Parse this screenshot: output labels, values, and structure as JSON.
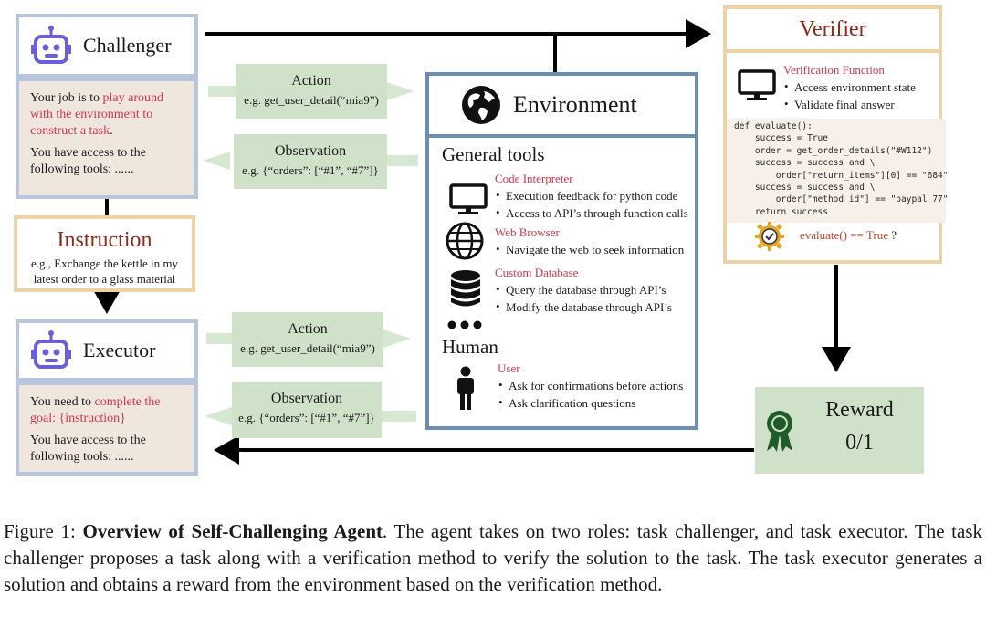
{
  "challenger": {
    "title": "Challenger",
    "body_pre": "Your job is to ",
    "body_highlight": "play around with the environment to construct a task",
    "body_post": ".",
    "tools_text": "You have access to the following tools: ......"
  },
  "instruction": {
    "title": "Instruction",
    "example": "e.g., Exchange the kettle in my latest order to a glass material"
  },
  "executor": {
    "title": "Executor",
    "body_pre": "You need to ",
    "body_highlight": "complete the goal: {instruction}",
    "tools_text": "You have access to the following tools: ......"
  },
  "messages": {
    "action_label": "Action",
    "action_example": "e.g. get_user_detail(“mia9”)",
    "observation_label": "Observation",
    "observation_example": "e.g. {“orders”: [“#1”, “#7”]}"
  },
  "environment": {
    "title": "Environment",
    "general_tools": "General tools",
    "tools": [
      {
        "name": "Code Interpreter",
        "icon": "monitor-icon",
        "bullets": [
          "Execution feedback for python code",
          "Access to API’s through function calls"
        ]
      },
      {
        "name": "Web Browser",
        "icon": "globe-icon",
        "bullets": [
          "Navigate the web to seek information"
        ]
      },
      {
        "name": "Custom Database",
        "icon": "database-icon",
        "bullets": [
          "Query the database through API’s",
          "Modify the database through API’s"
        ]
      }
    ],
    "human": "Human",
    "user": {
      "name": "User",
      "icon": "person-icon",
      "bullets": [
        "Ask for confirmations before actions",
        "Ask clarification questions"
      ]
    }
  },
  "verifier": {
    "title": "Verifier",
    "function_title": "Verification Function",
    "bullets": [
      "Access environment state",
      "Validate final answer"
    ],
    "code_lines": [
      "def evaluate():",
      "    success = True",
      "    order = get_order_details(\"#W112\")",
      "    success = success and \\",
      "        order[\"return_items\"][0] == \"684\"",
      "    success = success and \\",
      "        order[\"method_id\"] == \"paypal_77\"",
      "    return success"
    ],
    "eval_text": "evaluate() == True",
    "eval_q": " ?"
  },
  "reward": {
    "title": "Reward",
    "value": "0/1"
  },
  "caption": {
    "label": "Figure 1: ",
    "bold": "Overview of Self-Challenging Agent",
    "text": ". The agent takes on two roles: task challenger, and task executor. The task challenger proposes a task along with a verification method to verify the solution to the task. The task executor generates a solution and obtains a reward from the environment based on the verification method."
  },
  "colors": {
    "agent_border": "#b7c5de",
    "agent_body": "#efe6de",
    "env_border": "#6b8fb3",
    "green_box": "#cfe2c9",
    "green_arrow": "#d7e8d2",
    "instruction_border": "#ecd3a6",
    "highlight": "#d43548",
    "title_red": "#8b2a1a"
  }
}
